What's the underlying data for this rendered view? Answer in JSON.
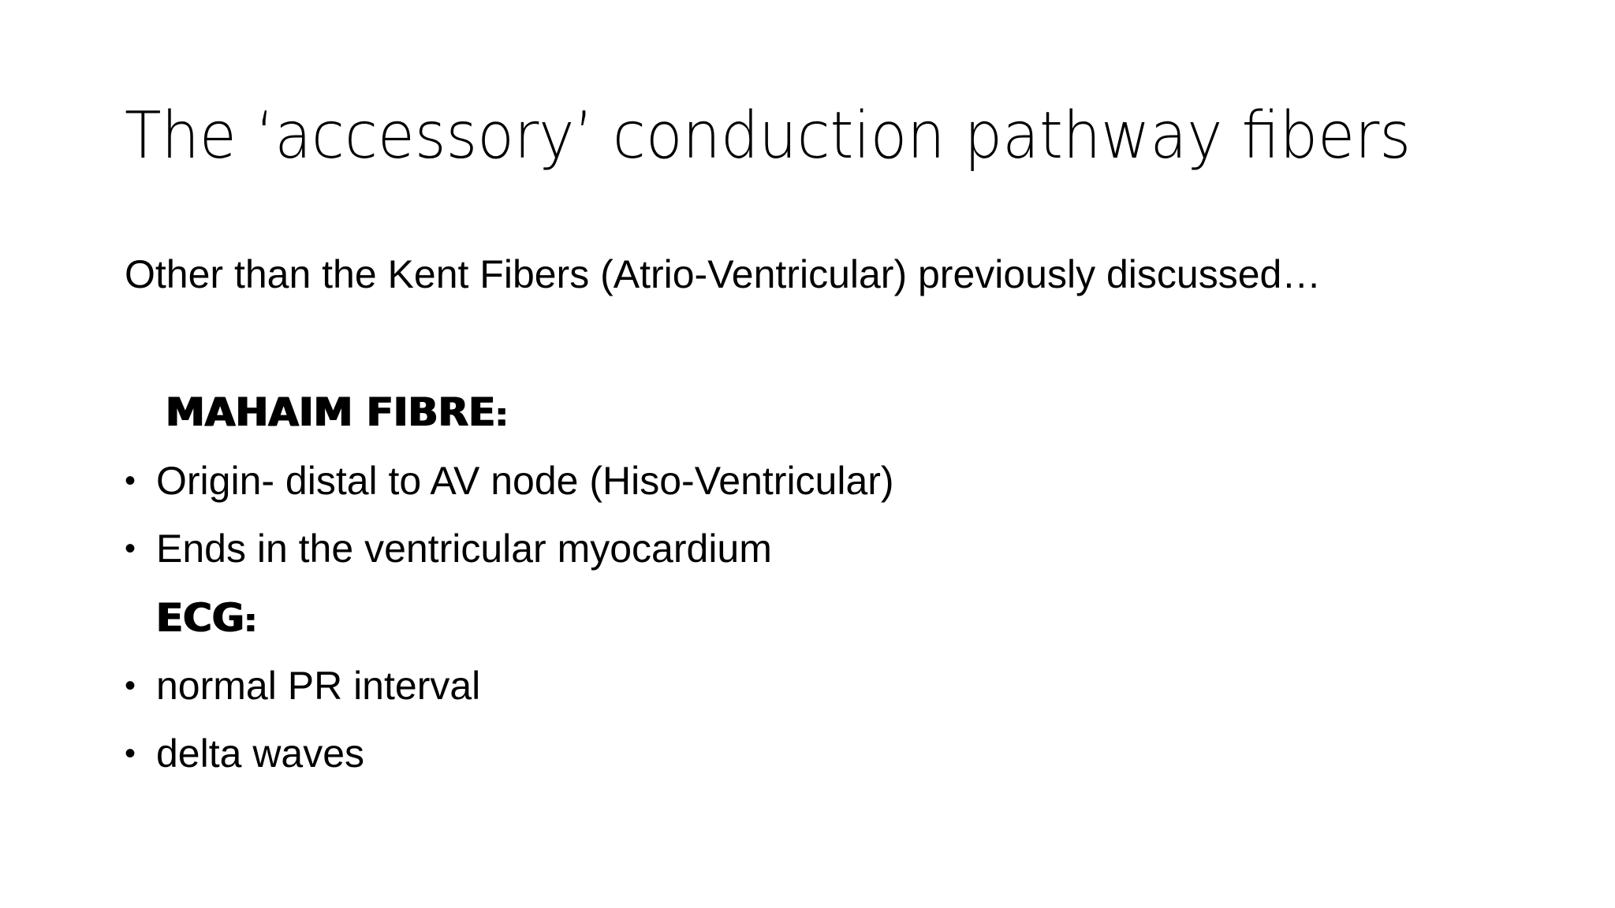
{
  "slide": {
    "title": "The ‘accessory’ conduction pathway fibers",
    "intro": "Other than the Kent Fibers (Atrio-Ventricular) previously discussed…",
    "sections": [
      {
        "heading": "MAHAIM FIBRE",
        "heading_suffix": ":",
        "bullets": [
          "Origin- distal to AV node (Hiso-Ventricular)",
          "Ends in the ventricular myocardium"
        ]
      },
      {
        "heading": "ECG",
        "heading_suffix": ":",
        "bullets": [
          "normal PR interval",
          "delta waves"
        ]
      }
    ],
    "bullet_symbol": "•"
  }
}
